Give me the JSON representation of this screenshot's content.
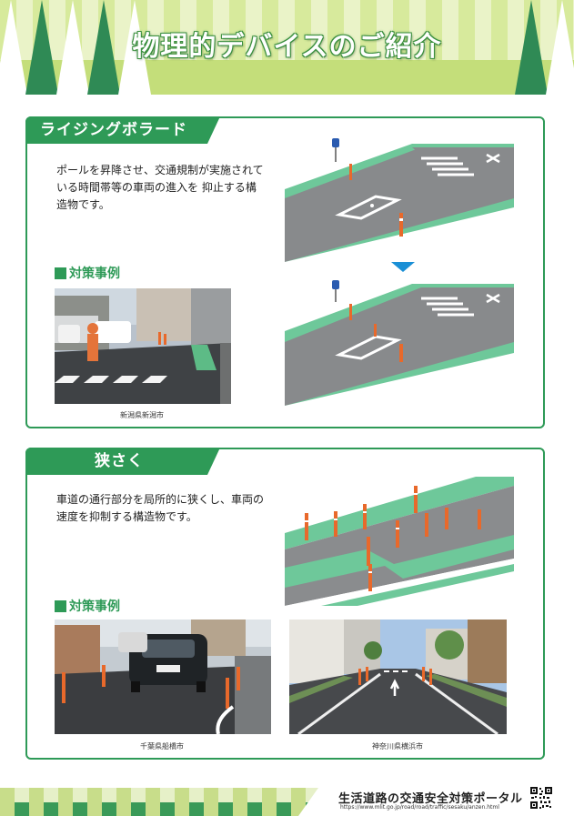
{
  "header": {
    "title": "物理的デバイスのご紹介"
  },
  "sections": [
    {
      "tag": "ライジングボラード",
      "description": "ポールを昇降させ、交通規制が実施されている時間帯等の車両の進入を 抑止する構造物です。",
      "case_label": "対策事例",
      "caption": "新潟県新潟市"
    },
    {
      "tag": "狭さく",
      "description": "車道の通行部分を局所的に狭くし、車両の速度を抑制する構造物です。",
      "case_label": "対策事例",
      "captions": [
        "千葉県船橋市",
        "神奈川県横浜市"
      ]
    }
  ],
  "footer": {
    "portal_title": "生活道路の交通安全対策ポータル",
    "url": "https://www.mlit.go.jp/road/road/traffic/sesaku/anzen.html"
  },
  "colors": {
    "brand_green": "#2e9a57",
    "light_green": "#c4de7a",
    "arrow_blue": "#1a8fd6"
  }
}
